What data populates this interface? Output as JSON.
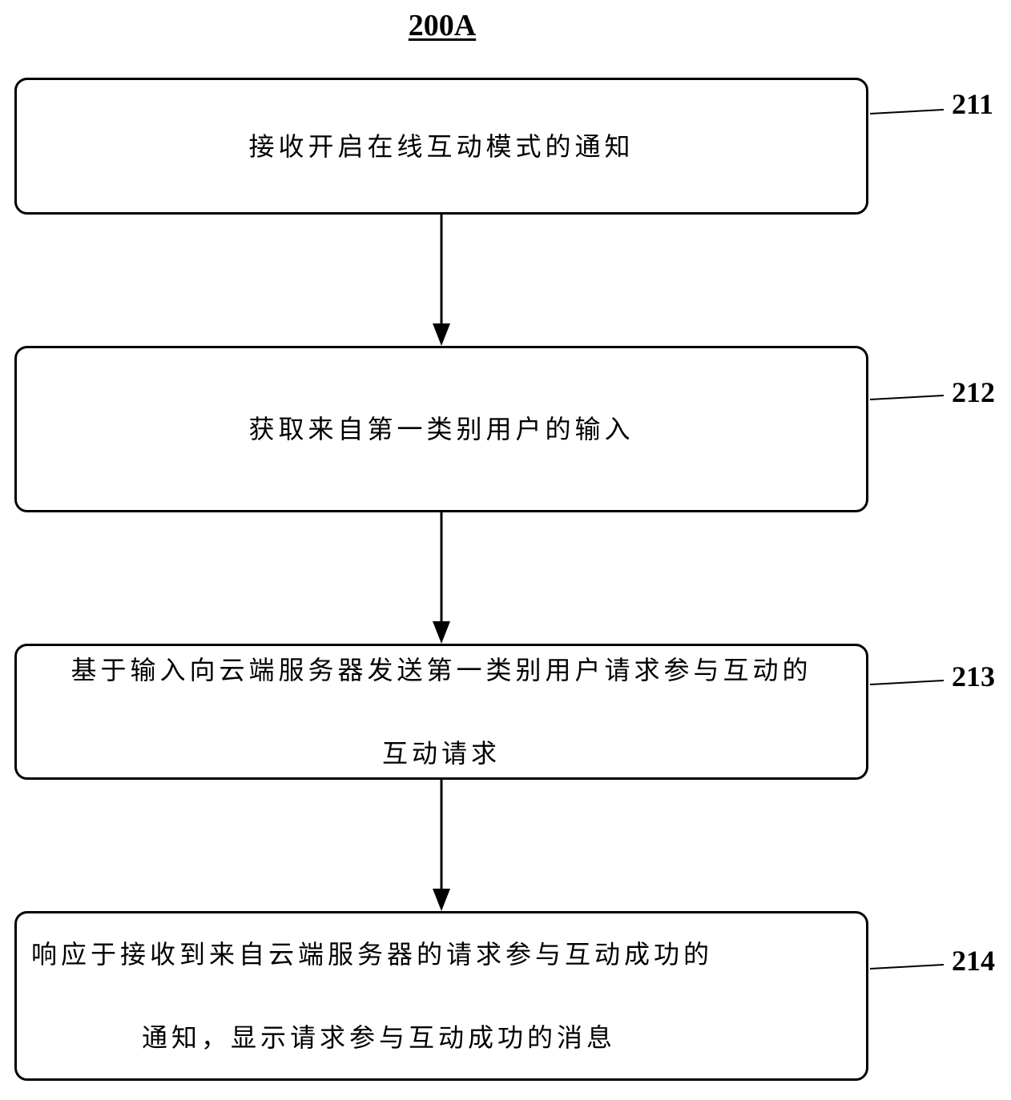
{
  "figure": {
    "title": "200A"
  },
  "steps": [
    {
      "ref": "211",
      "text": "接收开启在线互动模式的通知"
    },
    {
      "ref": "212",
      "text": "获取来自第一类别用户的输入"
    },
    {
      "ref": "213",
      "line1": "基于输入向云端服务器发送第一类别用户请求参与互动的",
      "line2": "互动请求"
    },
    {
      "ref": "214",
      "line1": "响应于接收到来自云端服务器的请求参与互动成功的",
      "line2": "通知，显示请求参与互动成功的消息"
    }
  ]
}
